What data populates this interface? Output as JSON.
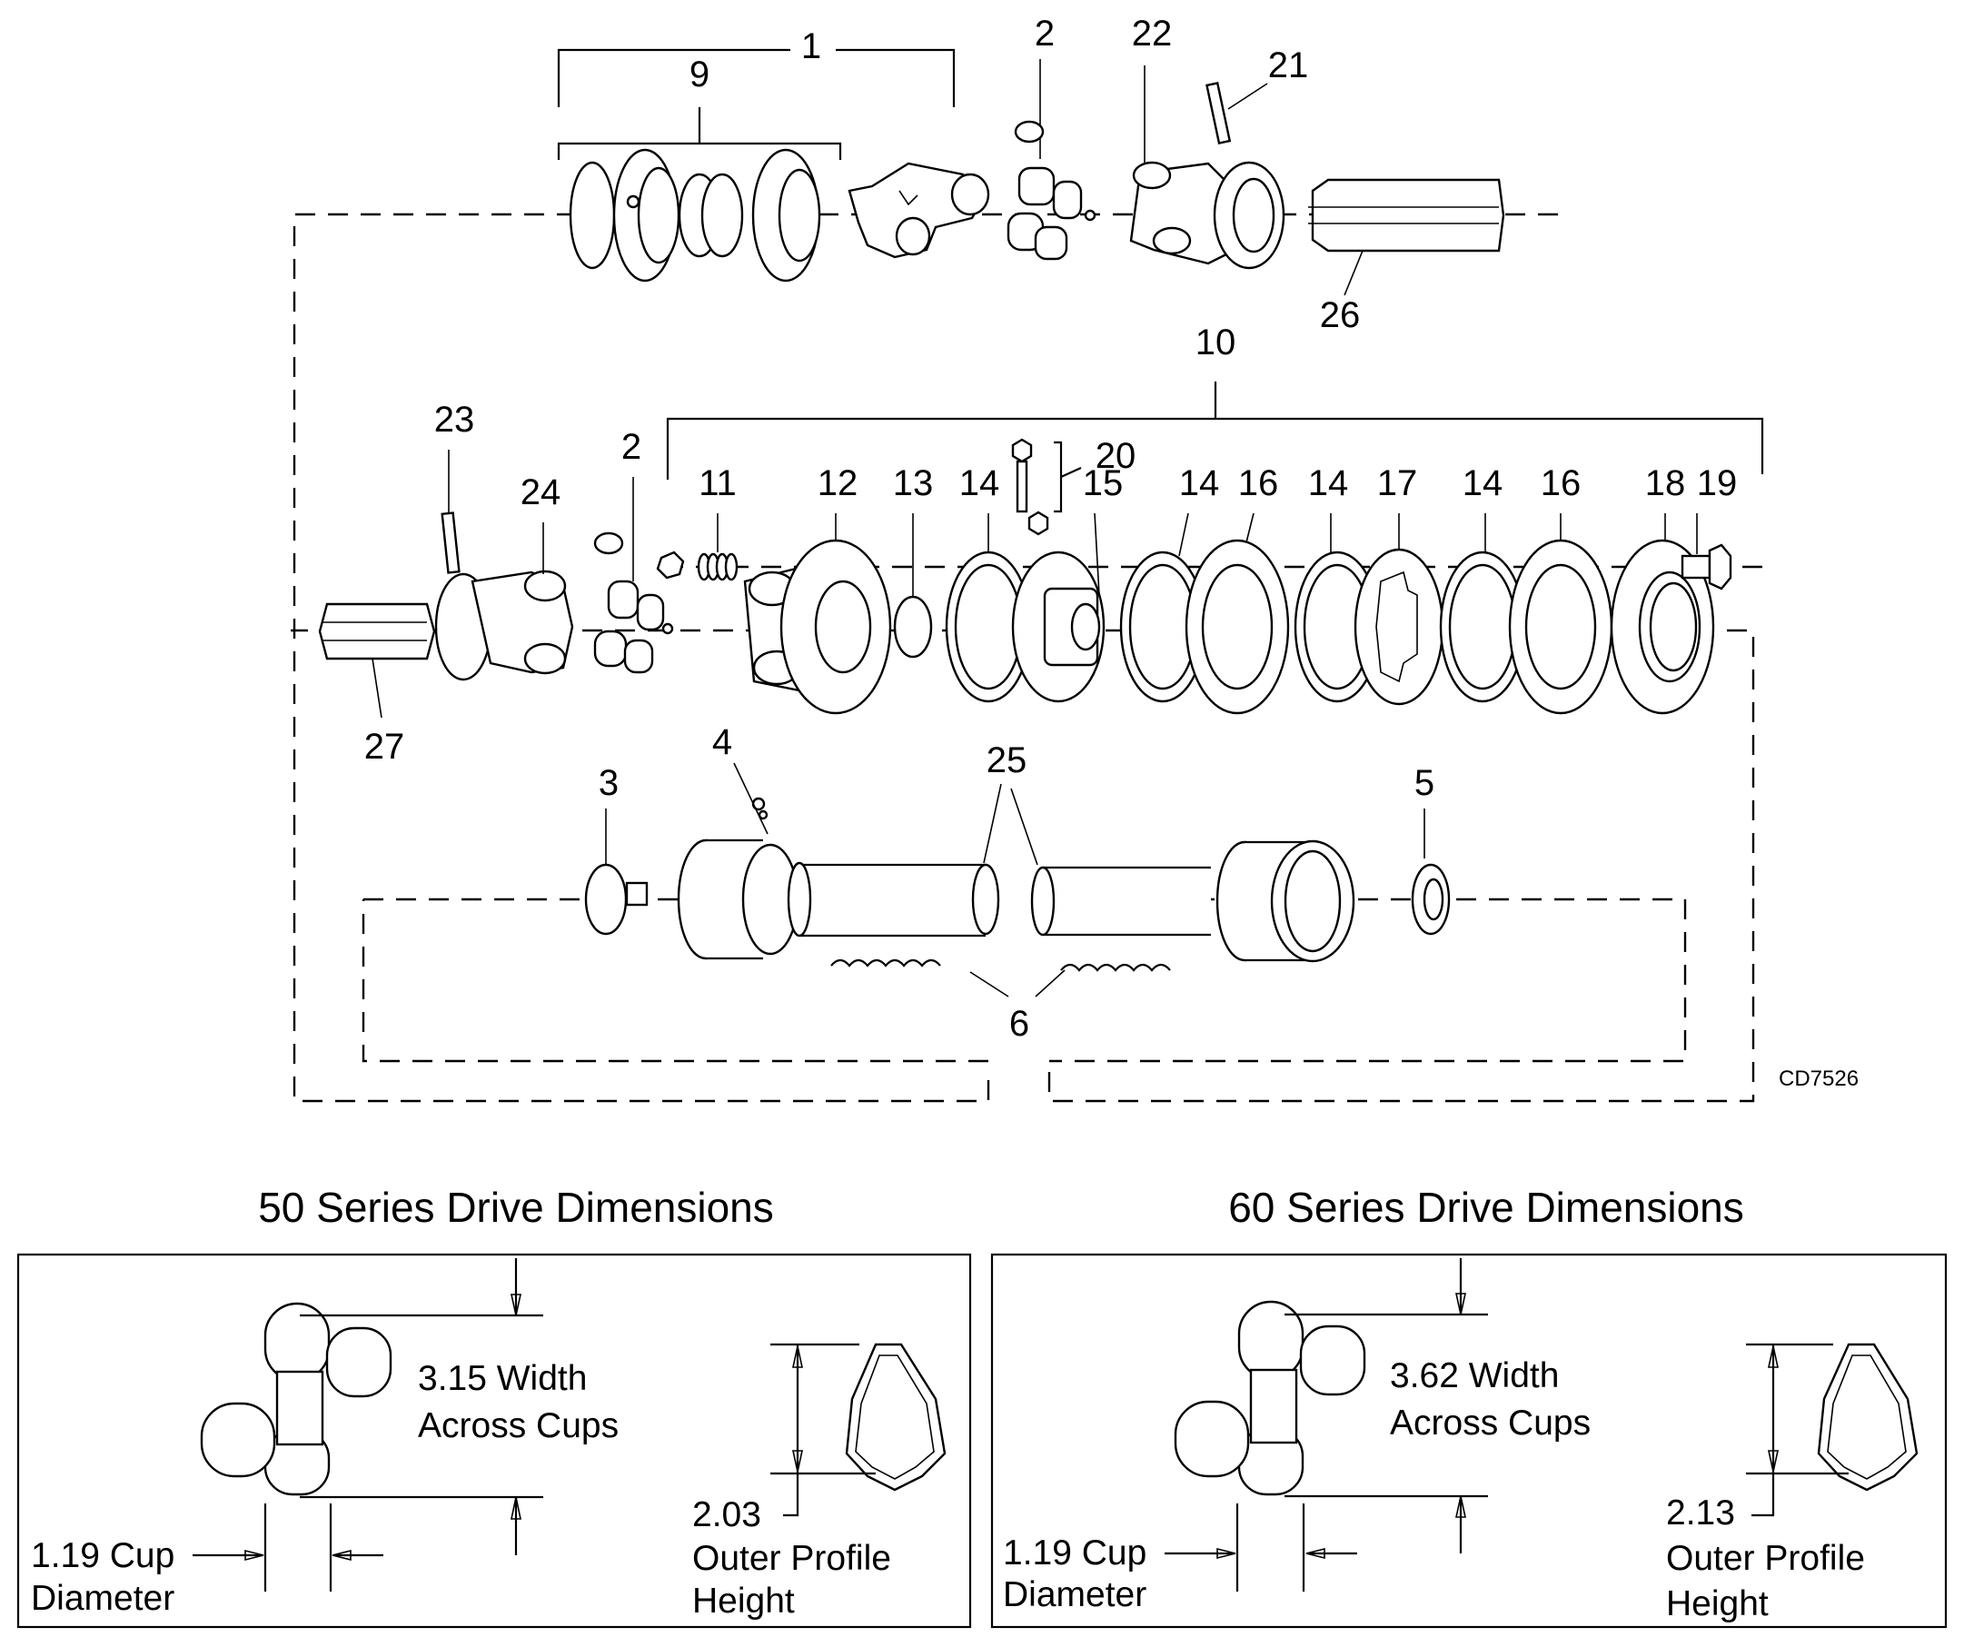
{
  "figure_code": "CD7526",
  "callouts": {
    "c1": "1",
    "c9": "9",
    "c2a": "2",
    "c22": "22",
    "c21": "21",
    "c26": "26",
    "c10": "10",
    "c23": "23",
    "c24": "24",
    "c2b": "2",
    "c11": "11",
    "c12": "12",
    "c13": "13",
    "c14a": "14",
    "c20": "20",
    "c15": "15",
    "c14b": "14",
    "c16a": "16",
    "c14c": "14",
    "c17": "17",
    "c14d": "14",
    "c16b": "16",
    "c18": "18",
    "c19": "19",
    "c27": "27",
    "c3": "3",
    "c4": "4",
    "c25": "25",
    "c5": "5",
    "c6": "6"
  },
  "series50": {
    "title": "50 Series Drive Dimensions",
    "width_value": "3.15 Width",
    "width_label": "Across Cups",
    "cup_value": "1.19 Cup",
    "cup_label": "Diameter",
    "profile_value": "2.03",
    "profile_label_1": "Outer Profile",
    "profile_label_2": "Height"
  },
  "series60": {
    "title": "60 Series Drive Dimensions",
    "width_value": "3.62 Width",
    "width_label": "Across Cups",
    "cup_value": "1.19 Cup",
    "cup_label": "Diameter",
    "profile_value": "2.13",
    "profile_label_1": "Outer Profile",
    "profile_label_2": "Height"
  }
}
